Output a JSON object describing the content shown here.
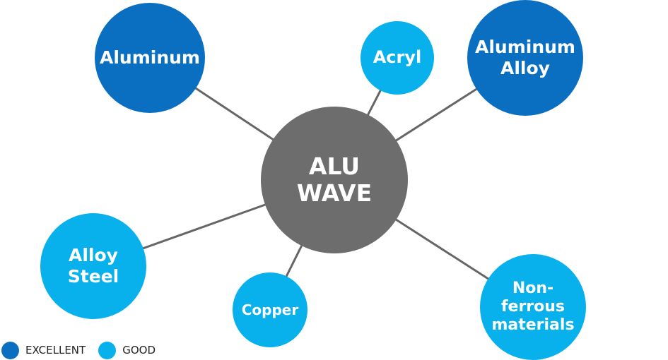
{
  "colors": {
    "excellent": "#0b6fc1",
    "good": "#08b1ec",
    "center": "#6d6d6d",
    "connector": "#666666"
  },
  "center": {
    "label": "ALU\nWAVE"
  },
  "nodes": {
    "aluminum": {
      "label": "Aluminum",
      "rating": "excellent"
    },
    "acryl": {
      "label": "Acryl",
      "rating": "good"
    },
    "aluminum_alloy": {
      "label": "Aluminum\nAlloy",
      "rating": "excellent"
    },
    "alloy_steel": {
      "label": "Alloy\nSteel",
      "rating": "good"
    },
    "copper": {
      "label": "Copper",
      "rating": "good"
    },
    "non_ferrous": {
      "label": "Non-\nferrous\nmaterials",
      "rating": "good"
    }
  },
  "legend": {
    "excellent": "EXCELLENT",
    "good": "GOOD"
  }
}
